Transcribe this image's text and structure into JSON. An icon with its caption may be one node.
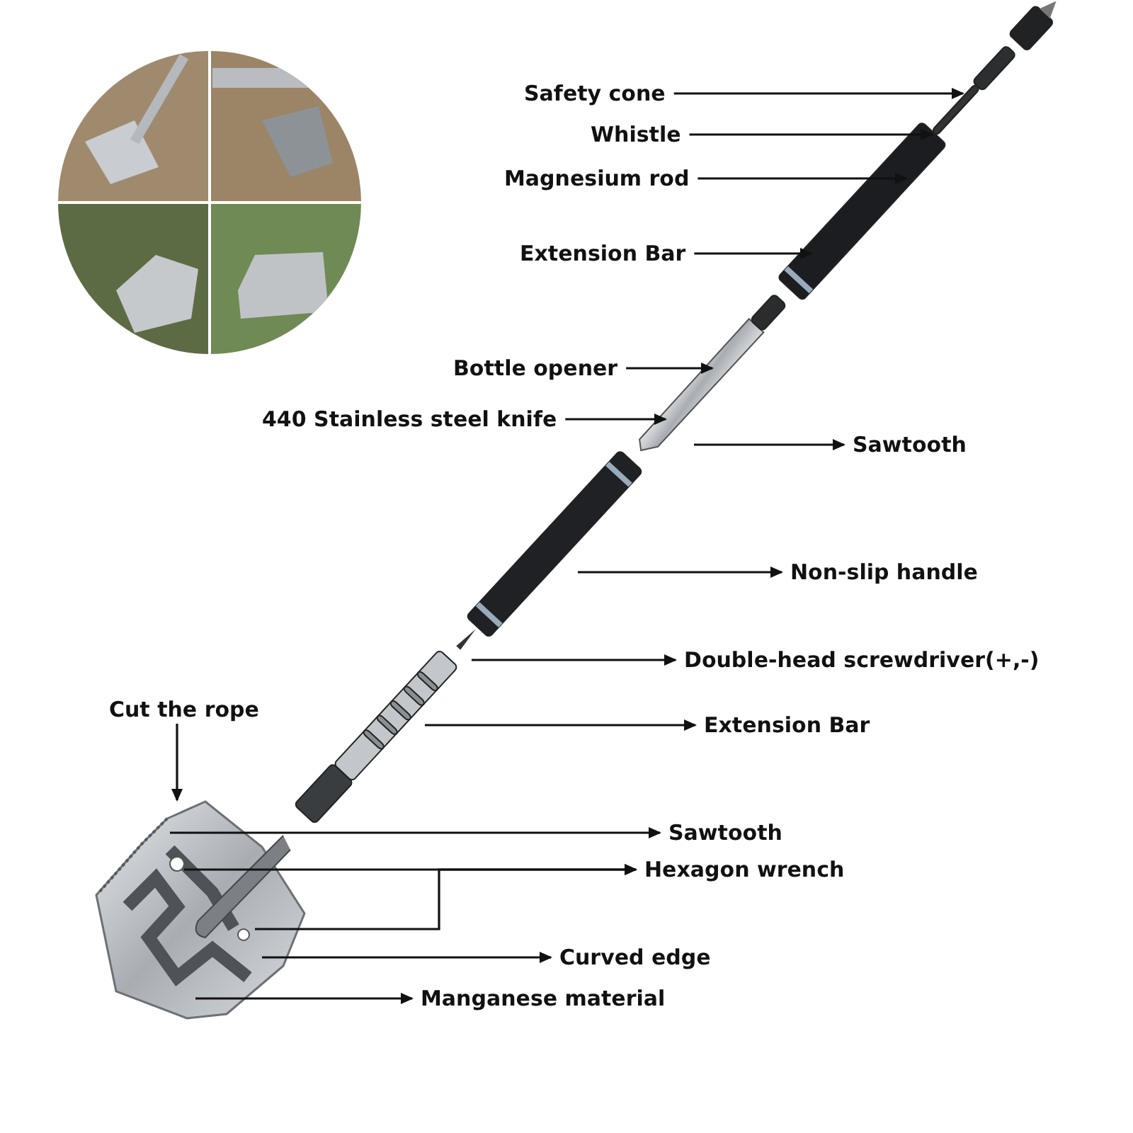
{
  "diagram": {
    "nodes": [
      {
        "text": [
          "Safety cone"
        ]
      },
      {
        "text": [
          "Whistle"
        ]
      },
      {
        "text": [
          "Magnesium rod"
        ]
      },
      {
        "text": [
          "Extension Bar"
        ]
      },
      {
        "text": [
          "Bottle opener"
        ]
      },
      {
        "text": [
          "440 Stainless steel knife"
        ]
      },
      {
        "text": [
          "Sawtooth"
        ]
      },
      {
        "text": [
          "Non-slip handle"
        ]
      },
      {
        "text": [
          "Double-head screwdriver(+,-)"
        ]
      },
      {
        "text": [
          "Extension Bar"
        ]
      },
      {
        "text": [
          "Cut the rope"
        ]
      },
      {
        "text": [
          "Sawtooth"
        ]
      },
      {
        "text": [
          "Hexagon wrench"
        ]
      },
      {
        "text": [
          "Curved edge"
        ]
      },
      {
        "text": [
          "Manganese material"
        ]
      }
    ],
    "edges": [
      {
        "from": 0,
        "to": null,
        "arrow": "to"
      },
      {
        "from": 1,
        "to": null,
        "arrow": "to"
      },
      {
        "from": 2,
        "to": null,
        "arrow": "to"
      },
      {
        "from": 3,
        "to": null,
        "arrow": "to"
      },
      {
        "from": 4,
        "to": null,
        "arrow": "to"
      },
      {
        "from": 5,
        "to": null,
        "arrow": "to"
      },
      {
        "from": null,
        "to": 6,
        "arrow": "to"
      },
      {
        "from": null,
        "to": 7,
        "arrow": "to"
      },
      {
        "from": null,
        "to": 8,
        "arrow": "to"
      },
      {
        "from": null,
        "to": 9,
        "arrow": "to"
      },
      {
        "from": 10,
        "to": null,
        "arrow": "to"
      },
      {
        "from": null,
        "to": 11,
        "arrow": "to"
      },
      {
        "from": null,
        "to": 12,
        "arrow": "to"
      },
      {
        "from": null,
        "to": 12,
        "arrow": "to"
      },
      {
        "from": null,
        "to": 13,
        "arrow": "to"
      },
      {
        "from": null,
        "to": 14,
        "arrow": "to"
      }
    ]
  }
}
